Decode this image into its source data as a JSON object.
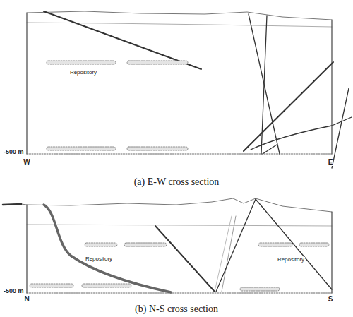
{
  "diagram": {
    "labels": [
      "Repository",
      "-500 m",
      "W",
      "E",
      "(a) E-W cross section",
      "Repository",
      "Repository",
      "-500 m",
      "N",
      "S",
      "(b) N-S cross section"
    ]
  }
}
